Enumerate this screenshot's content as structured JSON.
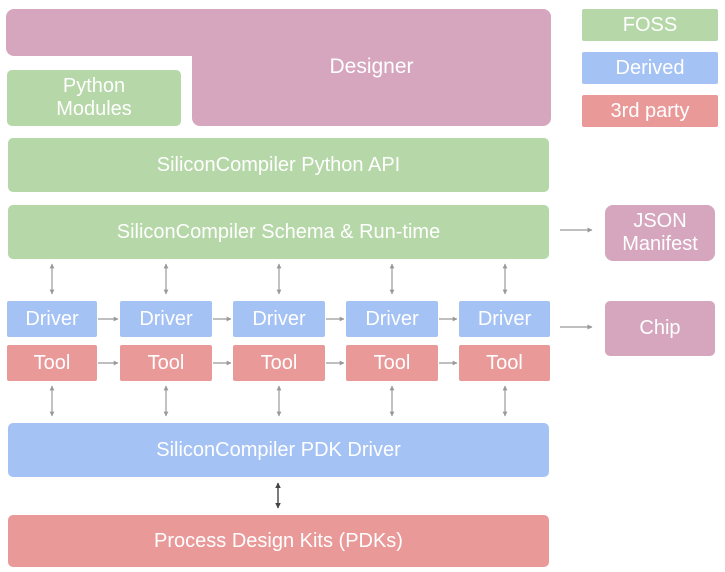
{
  "legend": {
    "foss": "FOSS",
    "derived": "Derived",
    "third_party": "3rd party"
  },
  "designer": "Designer",
  "python_modules": "Python\nModules",
  "python_api": "SiliconCompiler Python API",
  "schema_runtime": "SiliconCompiler Schema & Run-time",
  "json_manifest": "JSON\nManifest",
  "chip": "Chip",
  "drivers": [
    "Driver",
    "Driver",
    "Driver",
    "Driver",
    "Driver"
  ],
  "tools": [
    "Tool",
    "Tool",
    "Tool",
    "Tool",
    "Tool"
  ],
  "pdk_driver": "SiliconCompiler PDK Driver",
  "pdks": "Process Design Kits (PDKs)",
  "colors": {
    "foss": "#b6d7a8",
    "derived": "#a4c2f4",
    "third_party": "#ea9999",
    "designer": "#d5a6bd",
    "text": "#ffffff",
    "arrow": "#999999"
  }
}
